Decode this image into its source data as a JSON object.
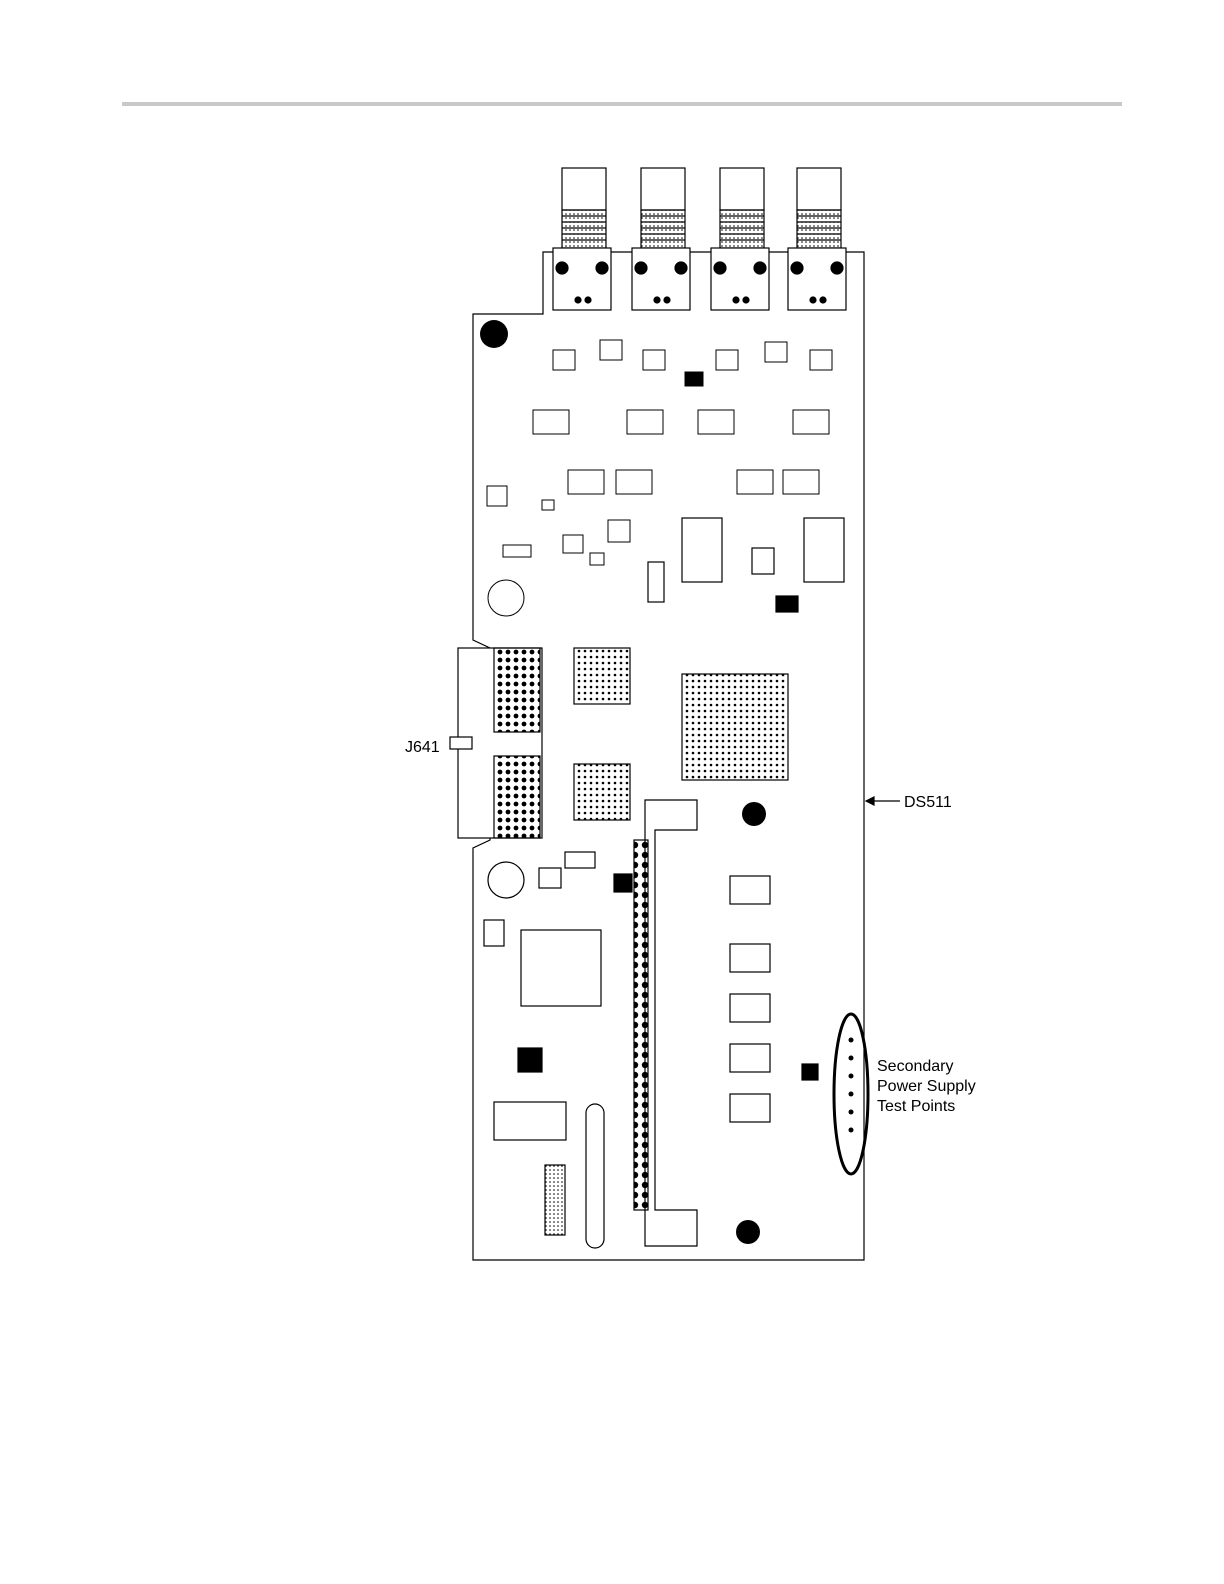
{
  "callouts": {
    "j641": "J641",
    "ds511": "DS511",
    "test_points": [
      "Secondary",
      "Power Supply",
      "Test Points"
    ]
  },
  "colors": {
    "ink": "#000000",
    "rule": "#c8c8c8",
    "chip_fill": "#d8d8d8"
  }
}
